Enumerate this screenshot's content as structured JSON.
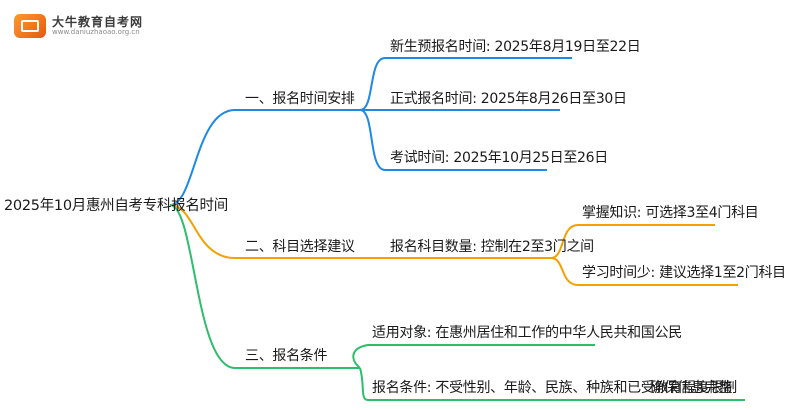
{
  "logo": {
    "name": "大牛教育自考网",
    "url": "www.daniuzhaoao.org.cn"
  },
  "root": {
    "label": "2025年10月惠州自考专科报名时间"
  },
  "branches": [
    {
      "label": "一、报名时间安排",
      "color": "#1e88e5",
      "children": [
        {
          "label": "新生预报名时间: 2025年8月19日至22日"
        },
        {
          "label": "正式报名时间: 2025年8月26日至30日"
        },
        {
          "label": "考试时间: 2025年10月25日至26日"
        }
      ]
    },
    {
      "label": "二、科目选择建议",
      "color": "#f5a000",
      "children": [
        {
          "label": "报名科目数量: 控制在2至3门之间",
          "children": [
            {
              "label": "掌握知识: 可选择3至4门科目"
            },
            {
              "label": "学习时间少: 建议选择1至2门科目"
            }
          ]
        }
      ]
    },
    {
      "label": "三、报名条件",
      "color": "#2ebd6b",
      "children": [
        {
          "label": "适用对象: 在惠州居住和工作的中华人民共和国公民"
        },
        {
          "label": "报名条件: 不受性别、年龄、民族、种族和已受教育程度限制"
        }
      ]
    }
  ],
  "extra_note": "确保信息完整"
}
